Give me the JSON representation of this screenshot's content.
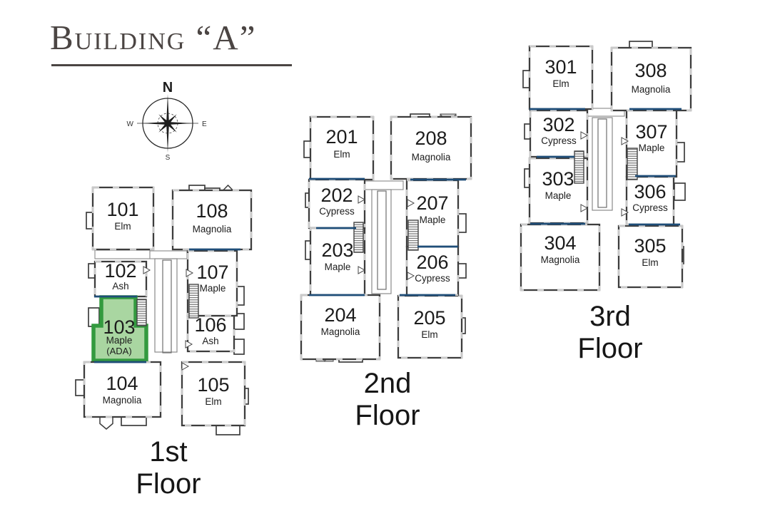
{
  "title": "Building “A”",
  "compass": {
    "north": "N",
    "east": "E",
    "south": "S",
    "west": "W"
  },
  "colors": {
    "wall": "#3d3d3d",
    "window_gap": "#c9c9c9",
    "divider_blue": "#1f4e79",
    "hall_gray": "#8a8a8a",
    "hall_inner_gray": "#6e6e6e",
    "roof_gray": "#d2d2d2",
    "highlight_fill": "#a9d6a1",
    "highlight_border": "#339a3f",
    "north_red": "#c00d0d",
    "title_color": "#4b4543",
    "text": "#1c1c1c"
  },
  "floors": [
    {
      "name": "1st Floor",
      "caption_line1": "1st",
      "caption_line2": "Floor",
      "units": [
        {
          "number": "101",
          "type": "Elm"
        },
        {
          "number": "102",
          "type": "Ash"
        },
        {
          "number": "103",
          "type": "Maple",
          "note": "(ADA)",
          "highlighted": true
        },
        {
          "number": "104",
          "type": "Magnolia"
        },
        {
          "number": "105",
          "type": "Elm"
        },
        {
          "number": "106",
          "type": "Ash"
        },
        {
          "number": "107",
          "type": "Maple"
        },
        {
          "number": "108",
          "type": "Magnolia"
        }
      ]
    },
    {
      "name": "2nd Floor",
      "caption_line1": "2nd",
      "caption_line2": "Floor",
      "units": [
        {
          "number": "201",
          "type": "Elm"
        },
        {
          "number": "202",
          "type": "Cypress"
        },
        {
          "number": "203",
          "type": "Maple"
        },
        {
          "number": "204",
          "type": "Magnolia"
        },
        {
          "number": "205",
          "type": "Elm"
        },
        {
          "number": "206",
          "type": "Cypress"
        },
        {
          "number": "207",
          "type": "Maple"
        },
        {
          "number": "208",
          "type": "Magnolia"
        }
      ]
    },
    {
      "name": "3rd Floor",
      "caption_line1": "3rd",
      "caption_line2": "Floor",
      "units": [
        {
          "number": "301",
          "type": "Elm"
        },
        {
          "number": "302",
          "type": "Cypress"
        },
        {
          "number": "303",
          "type": "Maple"
        },
        {
          "number": "304",
          "type": "Magnolia"
        },
        {
          "number": "305",
          "type": "Elm"
        },
        {
          "number": "306",
          "type": "Cypress"
        },
        {
          "number": "307",
          "type": "Maple"
        },
        {
          "number": "308",
          "type": "Magnolia"
        }
      ]
    }
  ],
  "highlighted_unit": {
    "number": "103",
    "type": "Maple",
    "note": "(ADA)"
  }
}
